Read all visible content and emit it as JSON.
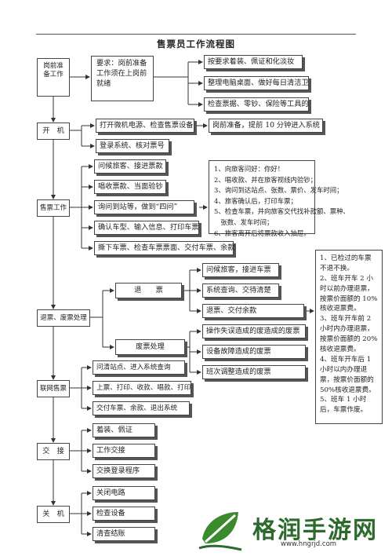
{
  "diagram": {
    "title": "售票员工作流程图",
    "stages": {
      "prep": "岗前准备工作",
      "open": "开　机",
      "sell": "售票工作",
      "refund": "退票、废票处理",
      "inquiry": "联网售票",
      "handover": "交　接",
      "shutdown": "关　机"
    },
    "prep": {
      "requirement": "要求：岗前准备工作须在上岗前就绪",
      "items": [
        "按要求着装、佩证和化淡妆",
        "整理电脑桌面、做好每日清洁卫",
        "检查票据、零钞、保险等工具的"
      ]
    },
    "open": {
      "items": [
        "打开微机电源、检查售票设备",
        "登录系统、核对票号"
      ],
      "note": "岗前准备，提前 10 分钟进入系统"
    },
    "sell": {
      "items": [
        "问候旅客、接进票款",
        "唱收票款、当面验钞",
        "询问到站等，做到“四问”",
        "确认车型、输入信息、打印车票",
        "撕下车票、检查车票票面、交付车票、余款"
      ],
      "tips": [
        "1、向旅客问好：你好！",
        "2、唱收款、并在旅客视线内验钞；",
        "3、询问到达站点、张数、票价、发车时间；",
        "4、旅客确认后，打印车票；",
        "5、检查车票，并向旅客交代找补款额、票种、",
        "　张数、发车时间；",
        "6、旅客离开后将票款收入抽屉。"
      ]
    },
    "refund": {
      "refund_label": "退　　票",
      "refund_items": [
        "问候旅客，接进车票",
        "系统查询、交待清楚",
        "退票、交付余款"
      ],
      "void_label": "废票处理",
      "void_items": [
        "操作失误造成的废造成的废票",
        "设备故障造成的废票",
        "班次调整造成的废票"
      ],
      "rules": [
        "1、已检过的车票不退不换。",
        "2、班车开车 2 小时以前办理退票，按票价面额的 10%核收退票费。",
        "3、班车开车前 2 小时内办理退票，按票价面额的 20%核收退票费。",
        "4、班车开车后 1 小时以内办理退票，按票价面额的 50%核收退票费。",
        "5、班车 1 小时后，车票作废。"
      ]
    },
    "inquiry": {
      "items": [
        "问清站点、进入系统查询",
        "上票、打印、收款、唱款、打印",
        "交付车票、余款、退出系统"
      ]
    },
    "handover": {
      "items": [
        "着装、佩证",
        "工作交接",
        "交换登录程序"
      ]
    },
    "shutdown": {
      "items": [
        "关闭电路",
        "检查设备",
        "清查结账"
      ]
    }
  },
  "watermark": {
    "name": "格润手游网",
    "url": "www.hngrjd.com"
  }
}
